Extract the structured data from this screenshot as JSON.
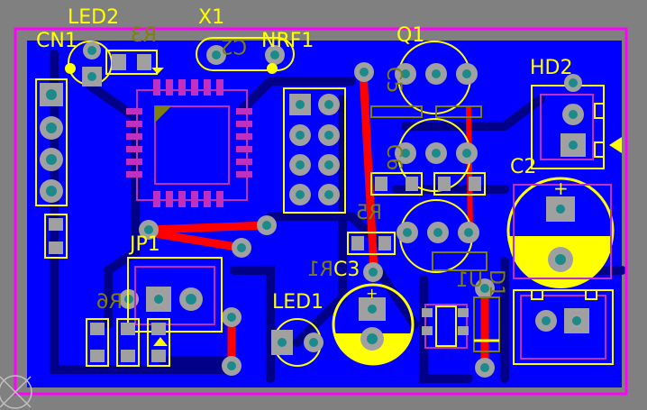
{
  "board": {
    "colors": {
      "background": "#808080",
      "outline": "#ff00ff",
      "copper_bottom": "#0000ff",
      "copper_dark": "#000088",
      "copper_top": "#ff0000",
      "silkscreen": "#ffff00",
      "overlay_dim": "#7f7f10",
      "pad": "#a0a0a0",
      "pad_hole": "#1a8a8a",
      "courtyard": "#c030c0"
    },
    "labels": {
      "led2": "LED2",
      "cn1": "CN1",
      "r3": "R3",
      "x1": "X1",
      "c2_mirror": "C2",
      "nrf1": "NRF1",
      "q1": "Q1",
      "hd2": "HD2",
      "c2": "C2",
      "c5": "C5",
      "c6": "C6",
      "r5": "R5",
      "jp1": "JP1",
      "r1": "R1",
      "c3": "C3",
      "u1": "U1",
      "led1": "LED1",
      "r6": "R6",
      "d1": "D1"
    }
  }
}
